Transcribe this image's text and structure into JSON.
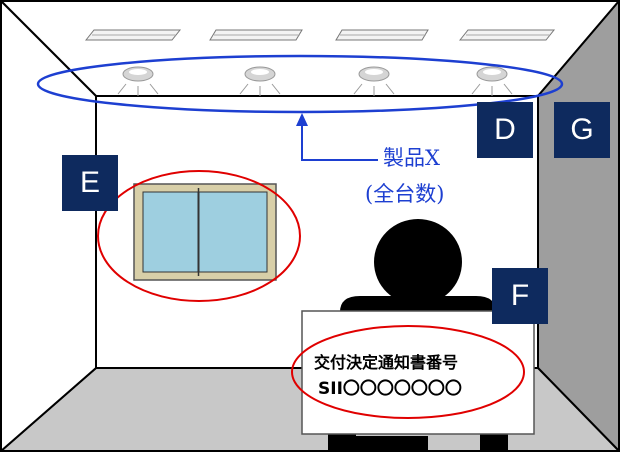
{
  "colors": {
    "wall_back": "#ffffff",
    "wall_right": "#9e9e9e",
    "floor": "#c8c8c8",
    "badge_bg": "#0e2a5e",
    "badge_text": "#ffffff",
    "red_ellipse": "#e00000",
    "blue_ellipse": "#1d3fd1",
    "window_frame": "#d8cfa8",
    "window_glass": "#9ecfe0",
    "person": "#000000"
  },
  "badges": {
    "d": "D",
    "e": "E",
    "f": "F",
    "g": "G"
  },
  "product_label": {
    "line1": "製品X",
    "line2": "(全台数)"
  },
  "sign": {
    "line1": "交付決定通知書番号",
    "line2": "SII〇〇〇〇〇〇〇"
  },
  "icons": {
    "ceiling_fixture": "fluorescent-fixture-icon",
    "downlight": "downlight-icon",
    "window": "window-icon",
    "person": "person-silhouette-icon"
  }
}
